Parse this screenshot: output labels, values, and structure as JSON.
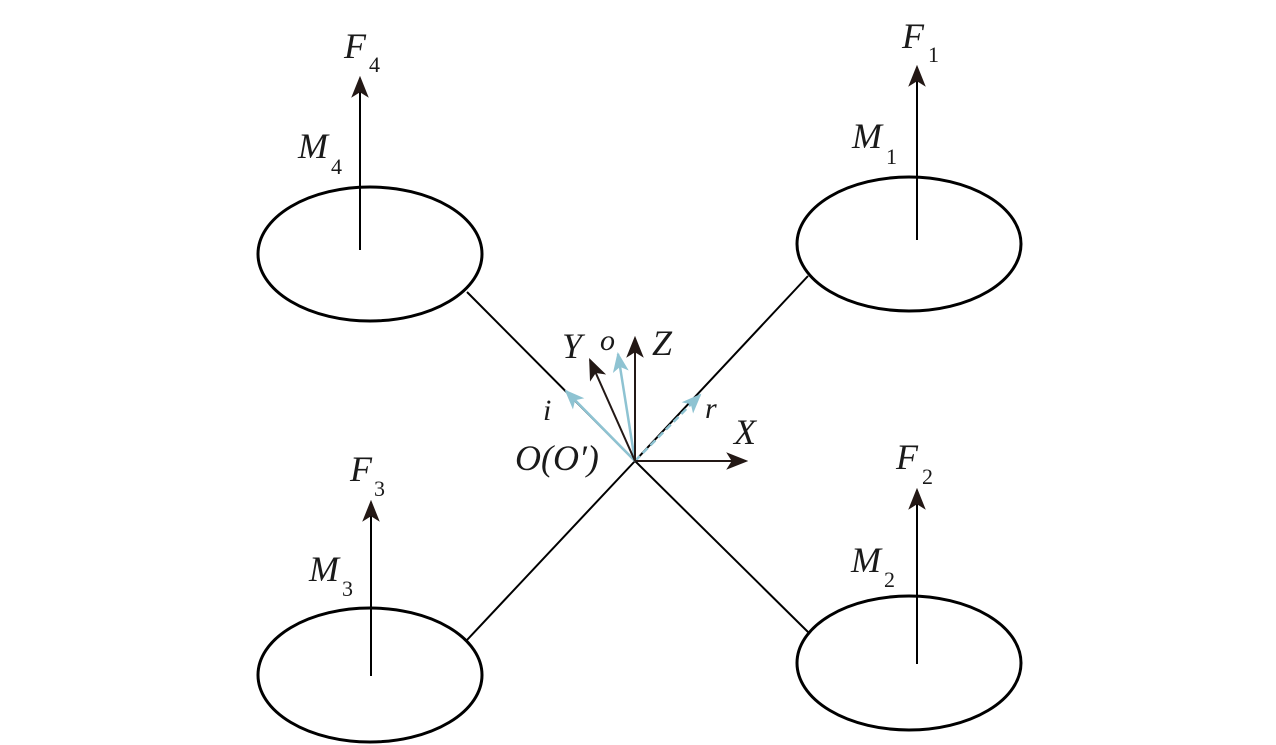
{
  "colors": {
    "line": "#000000",
    "arrow": "#231815",
    "body_axes": "#8ec3d2"
  },
  "rotors": [
    {
      "id": 1,
      "force_label": "F",
      "force_sub": "1",
      "moment_label": "M",
      "moment_sub": "1"
    },
    {
      "id": 2,
      "force_label": "F",
      "force_sub": "2",
      "moment_label": "M",
      "moment_sub": "2"
    },
    {
      "id": 3,
      "force_label": "F",
      "force_sub": "3",
      "moment_label": "M",
      "moment_sub": "3"
    },
    {
      "id": 4,
      "force_label": "F",
      "force_sub": "4",
      "moment_label": "M",
      "moment_sub": "4"
    }
  ],
  "frame": {
    "origin_label": "O(O′)",
    "x_label": "X",
    "y_label": "Y",
    "z_label": "Z",
    "i_label": "i",
    "o_label": "o",
    "r_label": "r"
  }
}
